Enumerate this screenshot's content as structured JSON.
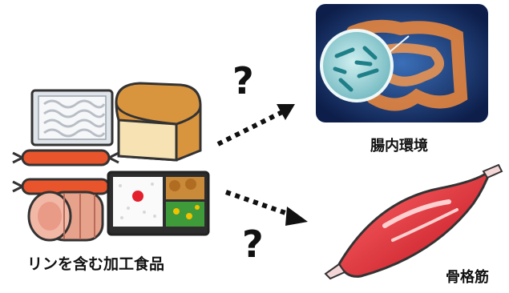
{
  "labels": {
    "processed_foods": "リンを含む加工食品",
    "gut_environment": "腸内環境",
    "skeletal_muscle": "骨格筋"
  },
  "question_marks": {
    "top": "?",
    "bottom": "?"
  },
  "icons": {
    "foods": [
      "instant-noodles-icon",
      "bread-loaf-icon",
      "sausage-icon",
      "ham-icon",
      "bento-box-icon"
    ],
    "gut": "intestine-bacteria-icon",
    "muscle": "muscle-fiber-icon",
    "arrows": [
      "dotted-arrow-up-right-icon",
      "dotted-arrow-down-right-icon"
    ]
  }
}
